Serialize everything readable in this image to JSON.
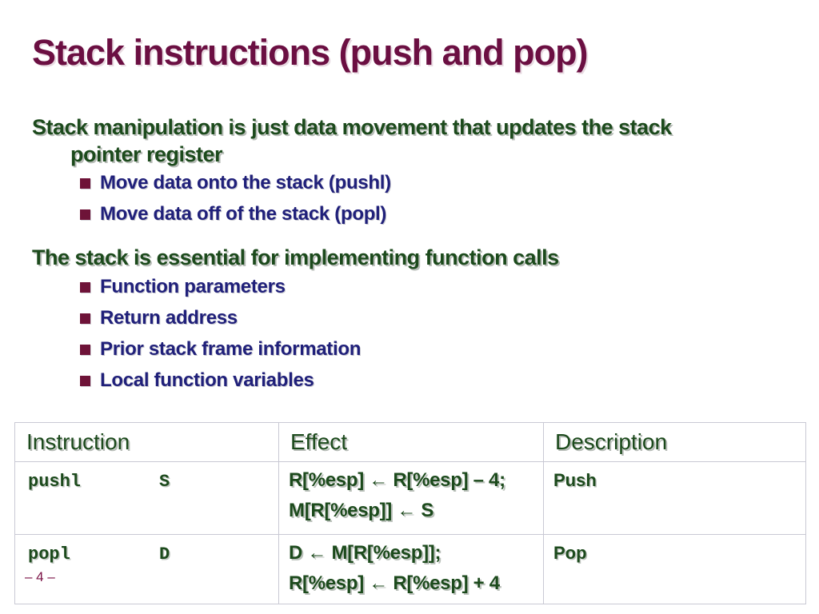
{
  "slide": {
    "title": "Stack instructions (push and pop)",
    "page_number": "– 4 –",
    "colors": {
      "title_maroon": "#6B0F42",
      "heading_green": "#1C4A1C",
      "bullet_navy": "#20207A",
      "bullet_marker_maroon": "#6E1338",
      "table_border_gray": "#C9C9D4",
      "page_number_maroon": "#7A1145",
      "background": "#FFFFFF"
    }
  },
  "content": {
    "heading1_lines": [
      "Stack manipulation is just data movement that updates the stack",
      "pointer register"
    ],
    "bullets1": [
      "Move data onto the stack (pushl)",
      "Move data off of the stack (popl)"
    ],
    "heading2": "The stack is essential for implementing function calls",
    "bullets2": [
      "Function parameters",
      "Return address",
      "Prior stack frame information",
      "Local function variables"
    ]
  },
  "table": {
    "headers": [
      "Instruction",
      "Effect",
      "Description"
    ],
    "rows": [
      {
        "instruction": {
          "mnemonic": "pushl",
          "operand": "S"
        },
        "effect": [
          "R[%esp] ← R[%esp] – 4;",
          "M[R[%esp]] ← S"
        ],
        "description": "Push"
      },
      {
        "instruction": {
          "mnemonic": "popl",
          "operand": "D"
        },
        "effect": [
          "D ← M[R[%esp]];",
          "R[%esp] ← R[%esp] + 4"
        ],
        "description": "Pop"
      }
    ]
  }
}
